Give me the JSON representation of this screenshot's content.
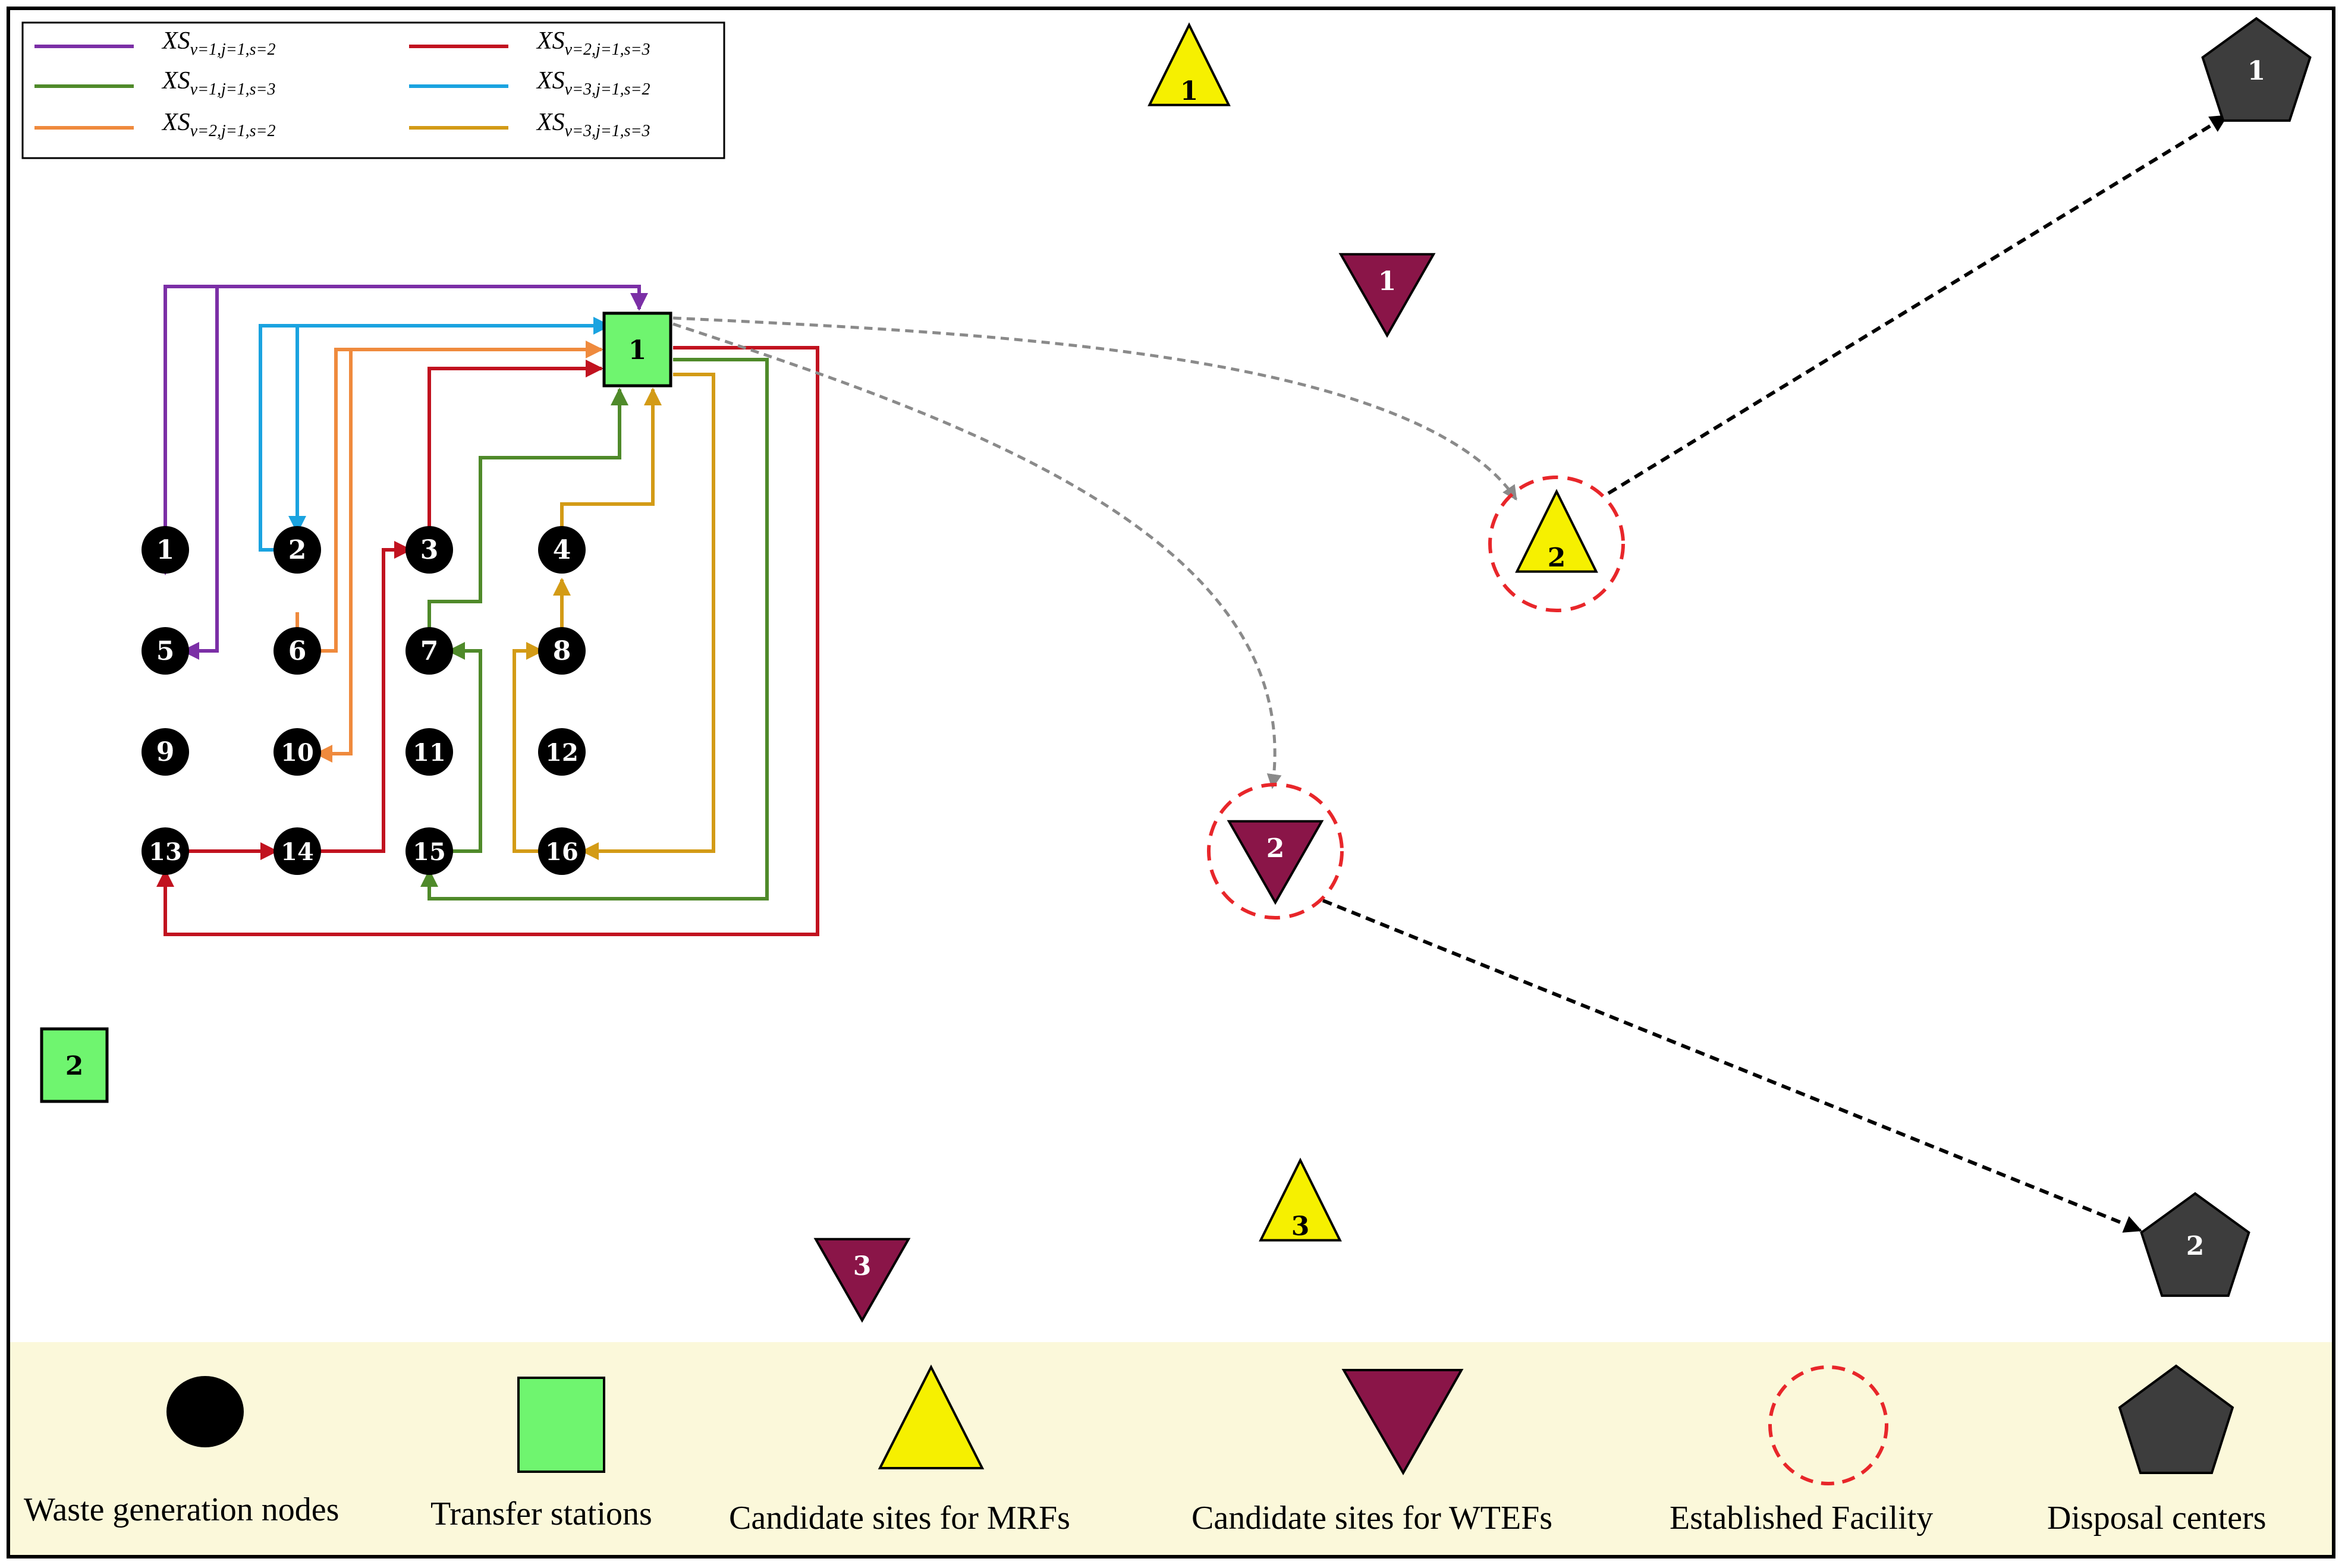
{
  "colors": {
    "v1s2": "#7b2fa6",
    "v1s3": "#4f8a2a",
    "v2s2": "#ef8a3d",
    "v2s3": "#c1121f",
    "v3s2": "#1aa3e0",
    "v3s3": "#d39b16",
    "waste_node": "#000000",
    "transfer": "#6ff56f",
    "mrf": "#f6f000",
    "wtef": "#8a1548",
    "established": "#e8262a",
    "disposal": "#3d3d3d",
    "legend_band": "#fbf8da",
    "dashed_grey": "#8a8a8a",
    "dashed_black": "#000000"
  },
  "key": [
    {
      "id": "v1s2",
      "prefix": "XS",
      "sub": "v=1,j=1,s=2"
    },
    {
      "id": "v1s3",
      "prefix": "XS",
      "sub": "v=1,j=1,s=3"
    },
    {
      "id": "v2s2",
      "prefix": "XS",
      "sub": "v=2,j=1,s=2"
    },
    {
      "id": "v2s3",
      "prefix": "XS",
      "sub": "v=2,j=1,s=3"
    },
    {
      "id": "v3s2",
      "prefix": "XS",
      "sub": "v=3,j=1,s=2"
    },
    {
      "id": "v3s3",
      "prefix": "XS",
      "sub": "v=3,j=1,s=3"
    }
  ],
  "waste_nodes": [
    "1",
    "2",
    "3",
    "4",
    "5",
    "6",
    "7",
    "8",
    "9",
    "10",
    "11",
    "12",
    "13",
    "14",
    "15",
    "16"
  ],
  "transfer_stations": [
    "1",
    "2"
  ],
  "mrf_sites": [
    "1",
    "2",
    "3"
  ],
  "wtef_sites": [
    "1",
    "2",
    "3"
  ],
  "disposal_centers": [
    "1",
    "2"
  ],
  "legend": {
    "waste": "Waste generation nodes",
    "transfer": "Transfer stations",
    "mrf": "Candidate sites for MRFs",
    "wtef": "Candidate sites for WTEFs",
    "established": "Established Facility",
    "disposal": "Disposal centers"
  }
}
